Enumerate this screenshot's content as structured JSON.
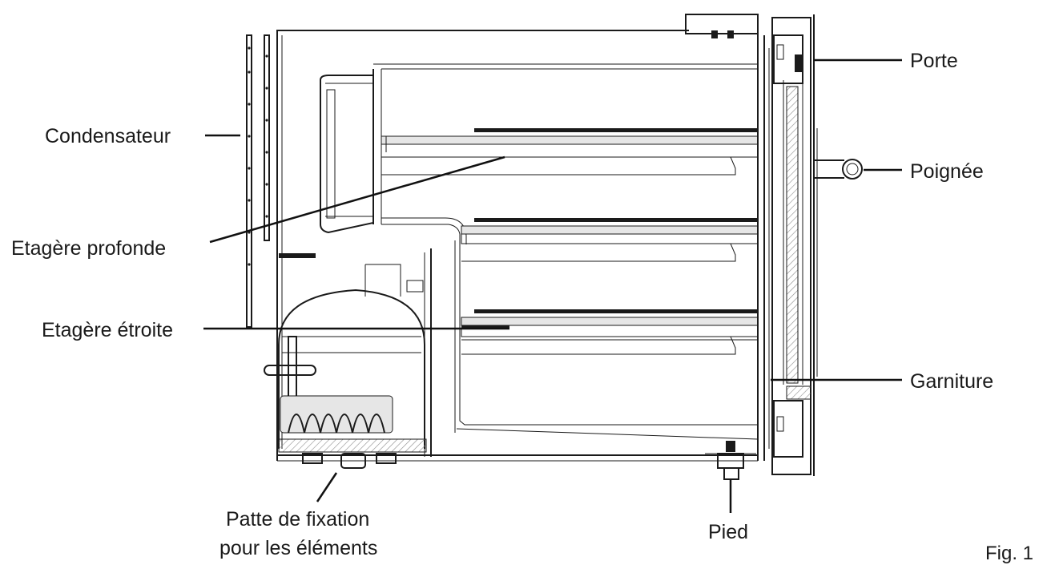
{
  "labels": {
    "porte": "Porte",
    "condensateur": "Condensateur",
    "poignee": "Poignée",
    "etagere_profonde": "Etagère profonde",
    "etagere_etroite": "Etagère étroite",
    "garniture": "Garniture",
    "patte_line1": "Patte de fixation",
    "patte_line2": "pour les éléments",
    "pied": "Pied"
  },
  "figure_caption": "Fig. 1",
  "colors": {
    "ink": "#1a1a1a",
    "hatch": "#8c8c8c",
    "background": "#ffffff"
  }
}
